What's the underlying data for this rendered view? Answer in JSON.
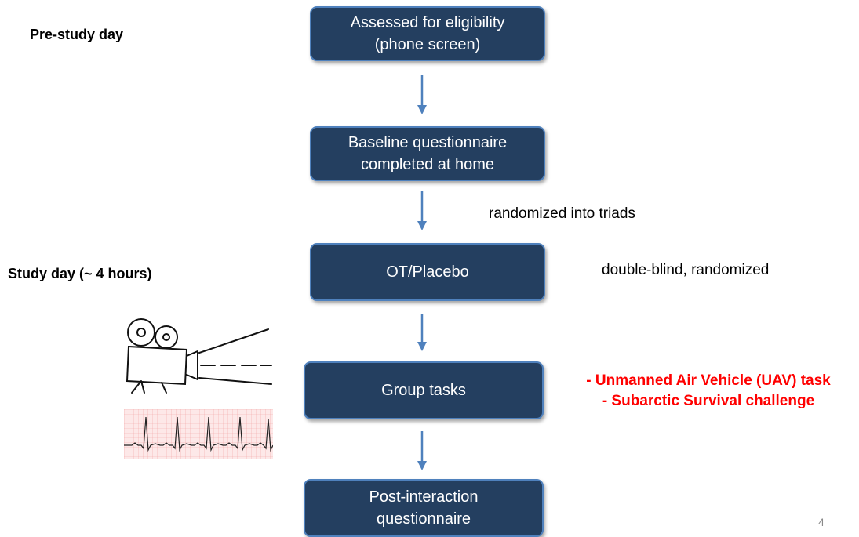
{
  "sections": {
    "prestudy": "Pre-study  day",
    "studyday": "Study day (~ 4 hours)"
  },
  "steps": [
    {
      "line1": "Assessed for eligibility",
      "line2": "(phone screen)"
    },
    {
      "line1": "Baseline questionnaire",
      "line2": "completed at home"
    },
    {
      "line1": "OT/Placebo"
    },
    {
      "line1": "Group tasks"
    },
    {
      "line1": "Post-interaction",
      "line2": "questionnaire"
    }
  ],
  "annotations": {
    "randomized": "randomized into triads",
    "double_blind": "double-blind, randomized",
    "task1": "- Unmanned  Air Vehicle (UAV) task",
    "task2": "- Subarctic  Survival  challenge"
  },
  "icons": [
    "video-camera-sketch-icon",
    "ecg-strip-icon"
  ],
  "colors": {
    "box_fill": "#243F60",
    "box_border": "#4F81BD",
    "arrow": "#4F81BD",
    "highlight": "#FF0000"
  },
  "page_number": "4"
}
